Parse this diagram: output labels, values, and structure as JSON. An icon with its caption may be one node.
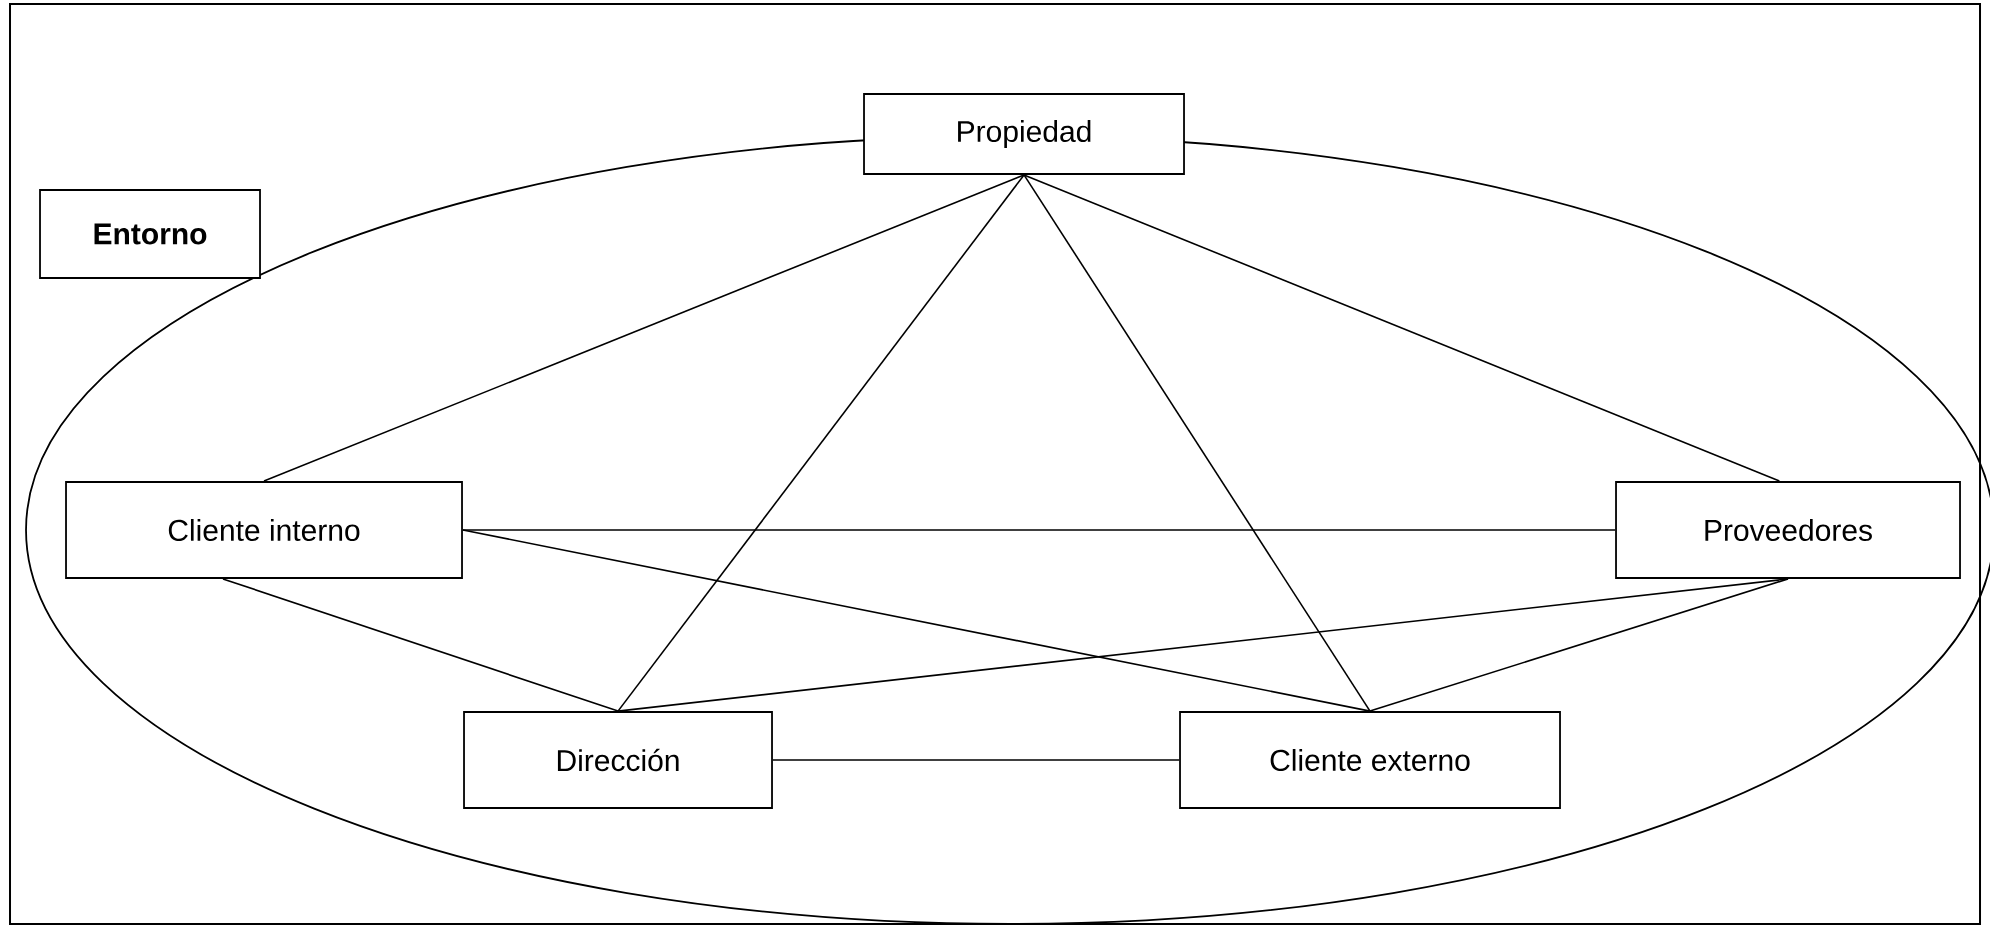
{
  "diagram": {
    "nodes": [
      {
        "text": [
          "Entorno"
        ]
      },
      {
        "text": [
          "Propiedad"
        ]
      },
      {
        "text": [
          "Cliente interno"
        ],
        "in": 0
      },
      {
        "text": [
          "Proveedores"
        ],
        "in": 0
      },
      {
        "text": [
          "Dirección"
        ],
        "in": 0
      },
      {
        "text": [
          "Cliente externo"
        ],
        "in": 0
      }
    ],
    "edges": [
      {
        "from": 1,
        "to": 2,
        "arrow": "none"
      },
      {
        "from": 1,
        "to": 3,
        "arrow": "none"
      },
      {
        "from": 1,
        "to": 4,
        "arrow": "none"
      },
      {
        "from": 1,
        "to": 5,
        "arrow": "none"
      },
      {
        "from": 2,
        "to": 3,
        "arrow": "none"
      },
      {
        "from": 2,
        "to": 5,
        "arrow": "none"
      },
      {
        "from": 2,
        "to": 4,
        "arrow": "none"
      },
      {
        "from": 3,
        "to": 4,
        "arrow": "none"
      },
      {
        "from": 3,
        "to": 5,
        "arrow": "none"
      },
      {
        "from": 4,
        "to": 5,
        "arrow": "none"
      }
    ]
  }
}
